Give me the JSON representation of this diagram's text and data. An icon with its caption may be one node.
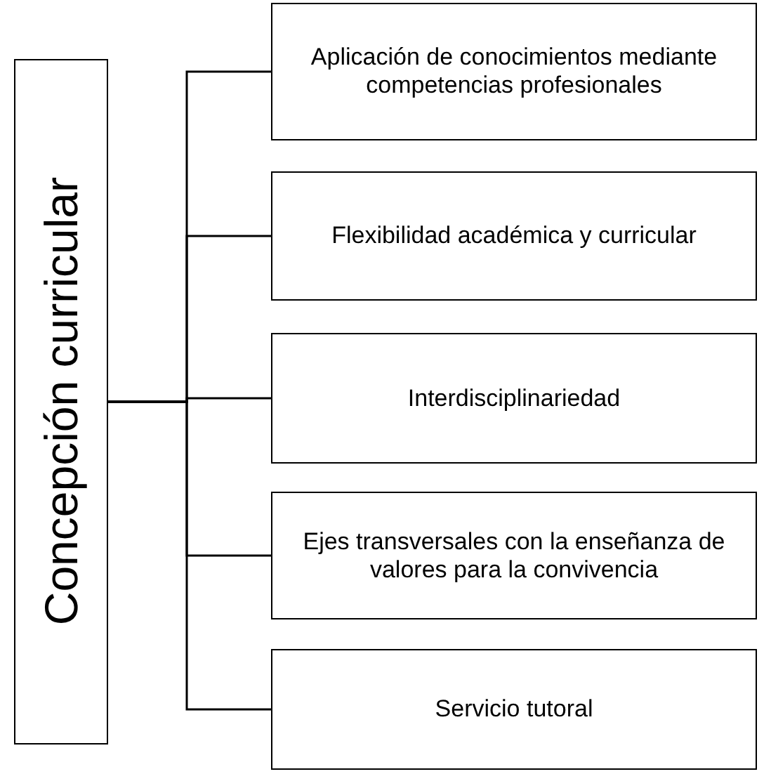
{
  "diagram": {
    "nodes": [
      {
        "text": [
          "Concepción curricular"
        ]
      },
      {
        "text": [
          "Aplicación de conocimientos mediante competencias profesionales"
        ]
      },
      {
        "text": [
          "Flexibilidad académica y curricular"
        ]
      },
      {
        "text": [
          "Interdisciplinariedad"
        ]
      },
      {
        "text": [
          "Ejes transversales con la enseñanza de valores para la convivencia"
        ]
      },
      {
        "text": [
          "Servicio tutoral"
        ]
      }
    ],
    "edges": [
      {
        "from": 0,
        "to": 1,
        "arrow": "none"
      },
      {
        "from": 0,
        "to": 2,
        "arrow": "none"
      },
      {
        "from": 0,
        "to": 3,
        "arrow": "none"
      },
      {
        "from": 0,
        "to": 4,
        "arrow": "none"
      },
      {
        "from": 0,
        "to": 5,
        "arrow": "none"
      }
    ]
  }
}
